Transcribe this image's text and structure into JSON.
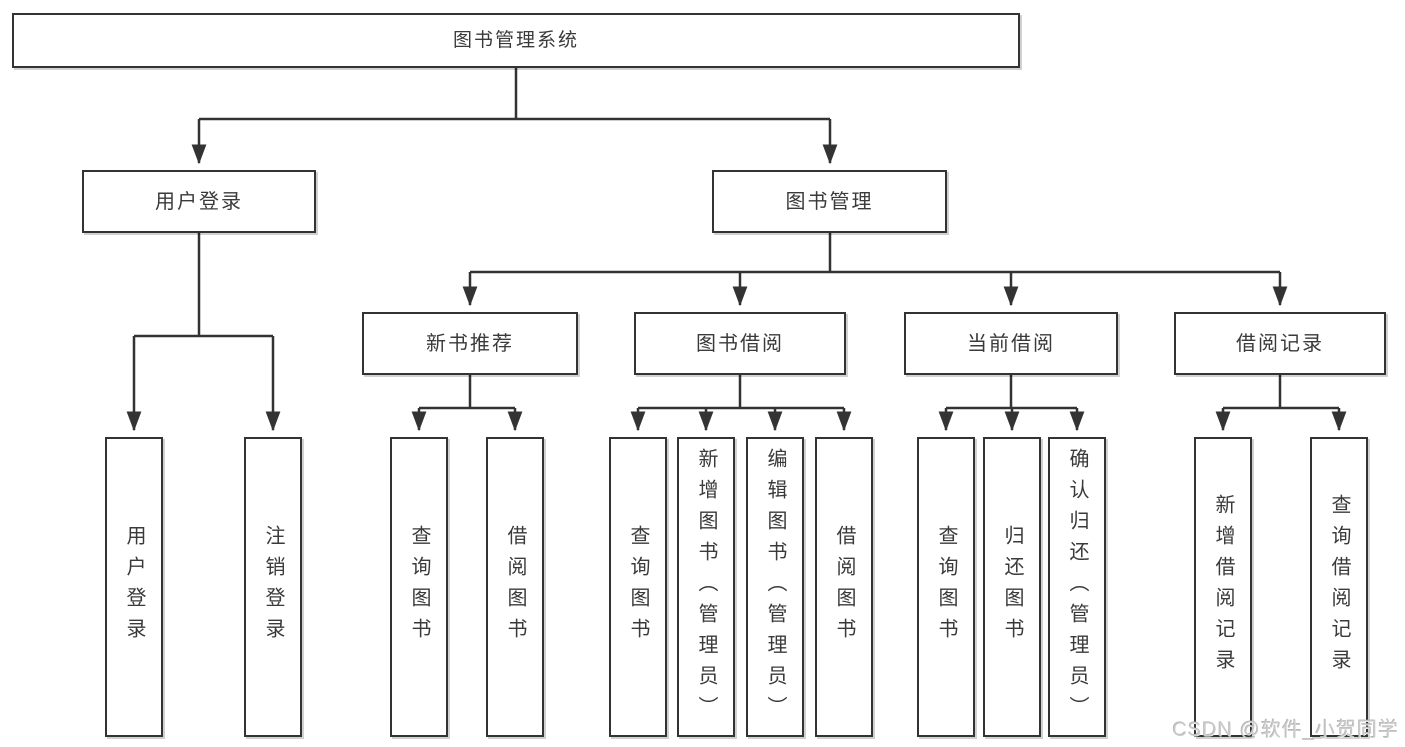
{
  "colors": {
    "line": "#333333",
    "box_border": "#333333",
    "text": "#3a3a3a",
    "watermark": "#cacaca"
  },
  "tree": {
    "root": "图书管理系统",
    "branches": [
      {
        "label": "用户登录",
        "children": [
          "用户登录",
          "注销登录"
        ]
      },
      {
        "label": "图书管理",
        "children": [
          {
            "label": "新书推荐",
            "children": [
              "查询图书",
              "借阅图书"
            ]
          },
          {
            "label": "图书借阅",
            "children": [
              "查询图书",
              "新增图书（管理员）",
              "编辑图书（管理员）",
              "借阅图书"
            ]
          },
          {
            "label": "当前借阅",
            "children": [
              "查询图书",
              "归还图书",
              "确认归还（管理员）"
            ]
          },
          {
            "label": "借阅记录",
            "children": [
              "新增借阅记录",
              "查询借阅记录"
            ]
          }
        ]
      }
    ]
  },
  "watermark": "CSDN @软件_小贺同学"
}
